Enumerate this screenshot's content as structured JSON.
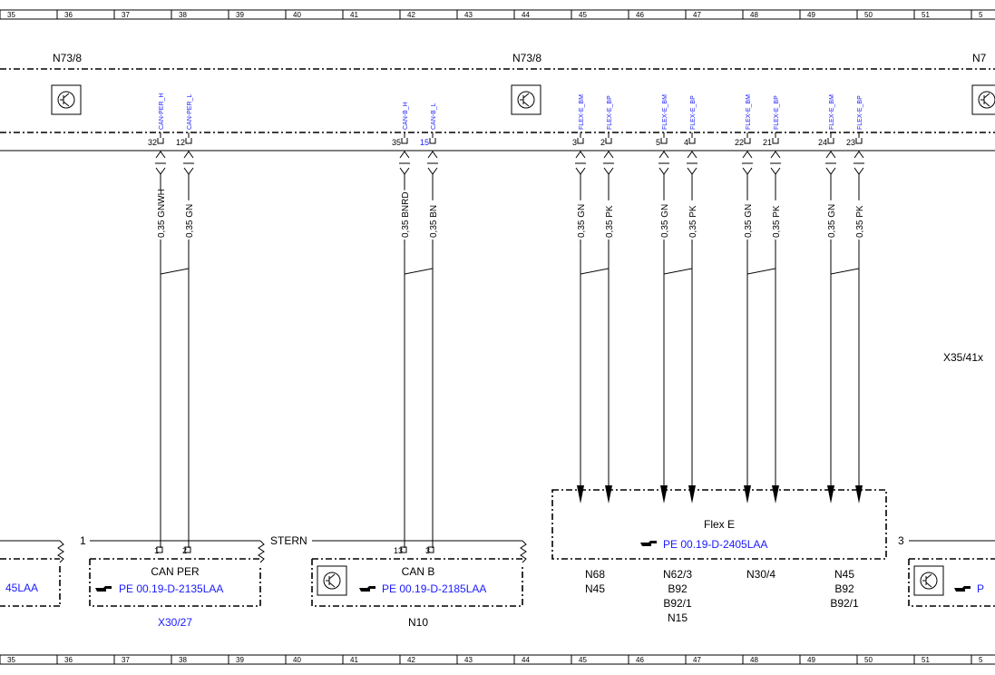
{
  "ruler": {
    "numbers": [
      "35",
      "36",
      "37",
      "38",
      "39",
      "40",
      "41",
      "42",
      "43",
      "44",
      "45",
      "46",
      "47",
      "48",
      "49",
      "50",
      "51",
      "5"
    ]
  },
  "top": {
    "module_left": "N73/8",
    "module_mid": "N73/8",
    "module_right": "N7"
  },
  "signals": [
    {
      "label": "CAN-PER_H",
      "pin": "32",
      "wire": "0,35 GNWH",
      "pin_blue": false
    },
    {
      "label": "CAN-PER_L",
      "pin": "12",
      "wire": "0,35 GN",
      "pin_blue": false
    },
    {
      "label": "CAN-B_H",
      "pin": "35",
      "wire": "0,35 BNRD",
      "pin_blue": false
    },
    {
      "label": "CAN-B_L",
      "pin": "15",
      "wire": "0,35 BN",
      "pin_blue": true
    },
    {
      "label": "FLEX-E_BM",
      "pin": "3",
      "wire": "0,35 GN",
      "pin_blue": false
    },
    {
      "label": "FLEX-E_BP",
      "pin": "2",
      "wire": "0,35 PK",
      "pin_blue": false
    },
    {
      "label": "FLEX-E_BM",
      "pin": "5",
      "wire": "0,35 GN",
      "pin_blue": false
    },
    {
      "label": "FLEX-E_BP",
      "pin": "4",
      "wire": "0,35 PK",
      "pin_blue": false
    },
    {
      "label": "FLEX-E_BM",
      "pin": "22",
      "wire": "0,35 GN",
      "pin_blue": false
    },
    {
      "label": "FLEX-E_BP",
      "pin": "21",
      "wire": "0,35 PK",
      "pin_blue": false
    },
    {
      "label": "FLEX-E_BM",
      "pin": "24",
      "wire": "0,35 GN",
      "pin_blue": false
    },
    {
      "label": "FLEX-E_BP",
      "pin": "23",
      "wire": "0,35 PK",
      "pin_blue": false
    }
  ],
  "side_label": "X35/41x",
  "blocks": {
    "left_partial": {
      "ref": "45LAA"
    },
    "can_per": {
      "number": "1",
      "pins": [
        "1",
        "2"
      ],
      "title": "CAN PER",
      "ref": "PE 00.19-D-2135LAA",
      "below": "X30/27"
    },
    "can_b": {
      "tag": "STERN",
      "pins": [
        "13",
        "3"
      ],
      "title": "CAN B",
      "ref": "PE 00.19-D-2185LAA",
      "below": "N10"
    },
    "flex_e": {
      "title": "Flex E",
      "ref": "PE 00.19-D-2405LAA",
      "cols": [
        [
          "N68",
          "N45"
        ],
        [
          "N62/3",
          "B92",
          "B92/1",
          "N15"
        ],
        [
          "N30/4"
        ],
        [
          "N45",
          "B92",
          "B92/1"
        ]
      ]
    },
    "right_partial": {
      "number": "3",
      "ref": "P"
    }
  },
  "icons": {
    "pointer": "pointing-hand-icon",
    "module": "transistor-icon"
  }
}
